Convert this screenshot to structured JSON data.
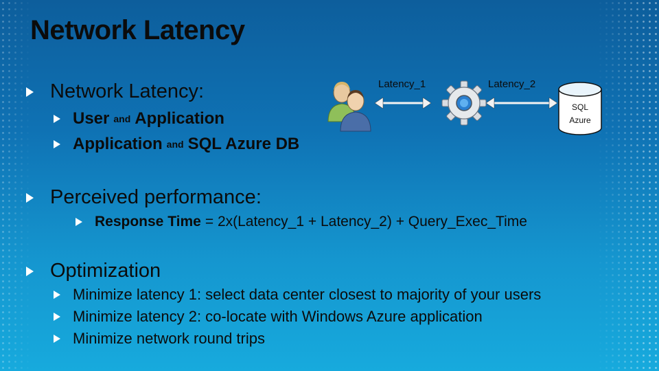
{
  "slide": {
    "title": "Network Latency",
    "sections": [
      {
        "heading": "Network Latency:",
        "items": [
          {
            "a": "User",
            "joiner": "and",
            "b": "Application"
          },
          {
            "a": "Application",
            "joiner": "and",
            "b": "SQL Azure DB"
          }
        ]
      },
      {
        "heading": "Perceived performance:",
        "formula": {
          "term": "Response Time",
          "expr": "=  2x(Latency_1 + Latency_2) + Query_Exec_Time"
        }
      },
      {
        "heading": "Optimization",
        "items": [
          "Minimize latency 1: select data center closest to majority of your users",
          "Minimize latency 2: co-locate with Windows Azure application",
          "Minimize network round trips"
        ]
      }
    ]
  },
  "diagram": {
    "latency1_label": "Latency_1",
    "latency2_label": "Latency_2",
    "db_line1": "SQL",
    "db_line2": "Azure",
    "icons": [
      "users-icon",
      "gear-icon",
      "database-icon"
    ]
  },
  "colors": {
    "accent_text": "#0b0b0b",
    "bullet": "#ffffff",
    "bg_top": "#0d5e9c",
    "bg_bottom": "#17aadd"
  }
}
